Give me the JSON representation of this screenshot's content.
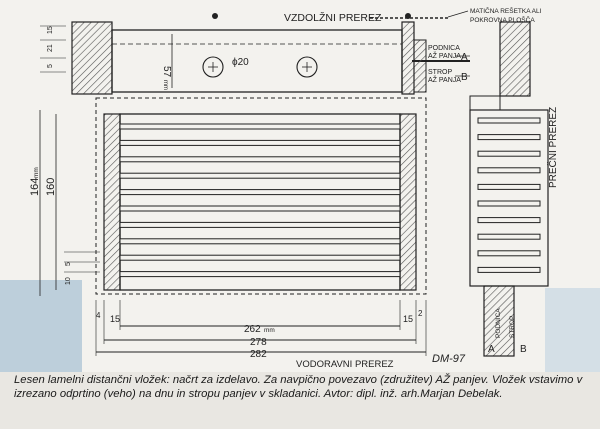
{
  "labels": {
    "vzdolzni_prerez": "VZDOLŽNI PREREZ",
    "maticna_resetka_1": "MATIČNA REŠETKA ALI",
    "maticna_resetka_2": "POKROVNA PLOŠČA",
    "podnica_1": "PODNICA",
    "podnica_2": "AŽ PANJA",
    "strop_1": "STROP",
    "strop_2": "AŽ PANJA",
    "mark_a": "A",
    "mark_b": "B",
    "precni_prerez": "PREČNI PREREZ",
    "vodoravni_prerez": "VODORAVNI PREREZ",
    "signature": "DM-97"
  },
  "dimensions": {
    "d57": "57",
    "d57_unit": "mm",
    "phi20": "ϕ20",
    "d164": "164",
    "d164_unit": "mm",
    "d160": "160",
    "d262": "262",
    "d262_unit": "mm",
    "d278": "278",
    "d282": "282",
    "d15_left": "15",
    "d15_right": "15",
    "d4_left": "4",
    "d2_right": "2",
    "d10": "10",
    "d5": "5",
    "d15_top": "15",
    "d21": "21",
    "d5_top": "5"
  },
  "caption": "Lesen lamelni distančni vložek: načrt za izdelavo. Za navpično povezavo (združitev) AŽ panjev. Vložek vstavimo v izrezano odprtino (veho) na dnu in stropu panjev v skladanici. Avtor: dipl. inž. arh.Marjan Debelak.",
  "colors": {
    "ink": "#222222",
    "wood_hatch": "#555555",
    "paper": "#f3f2ee",
    "grate": "#3a3a3a"
  }
}
